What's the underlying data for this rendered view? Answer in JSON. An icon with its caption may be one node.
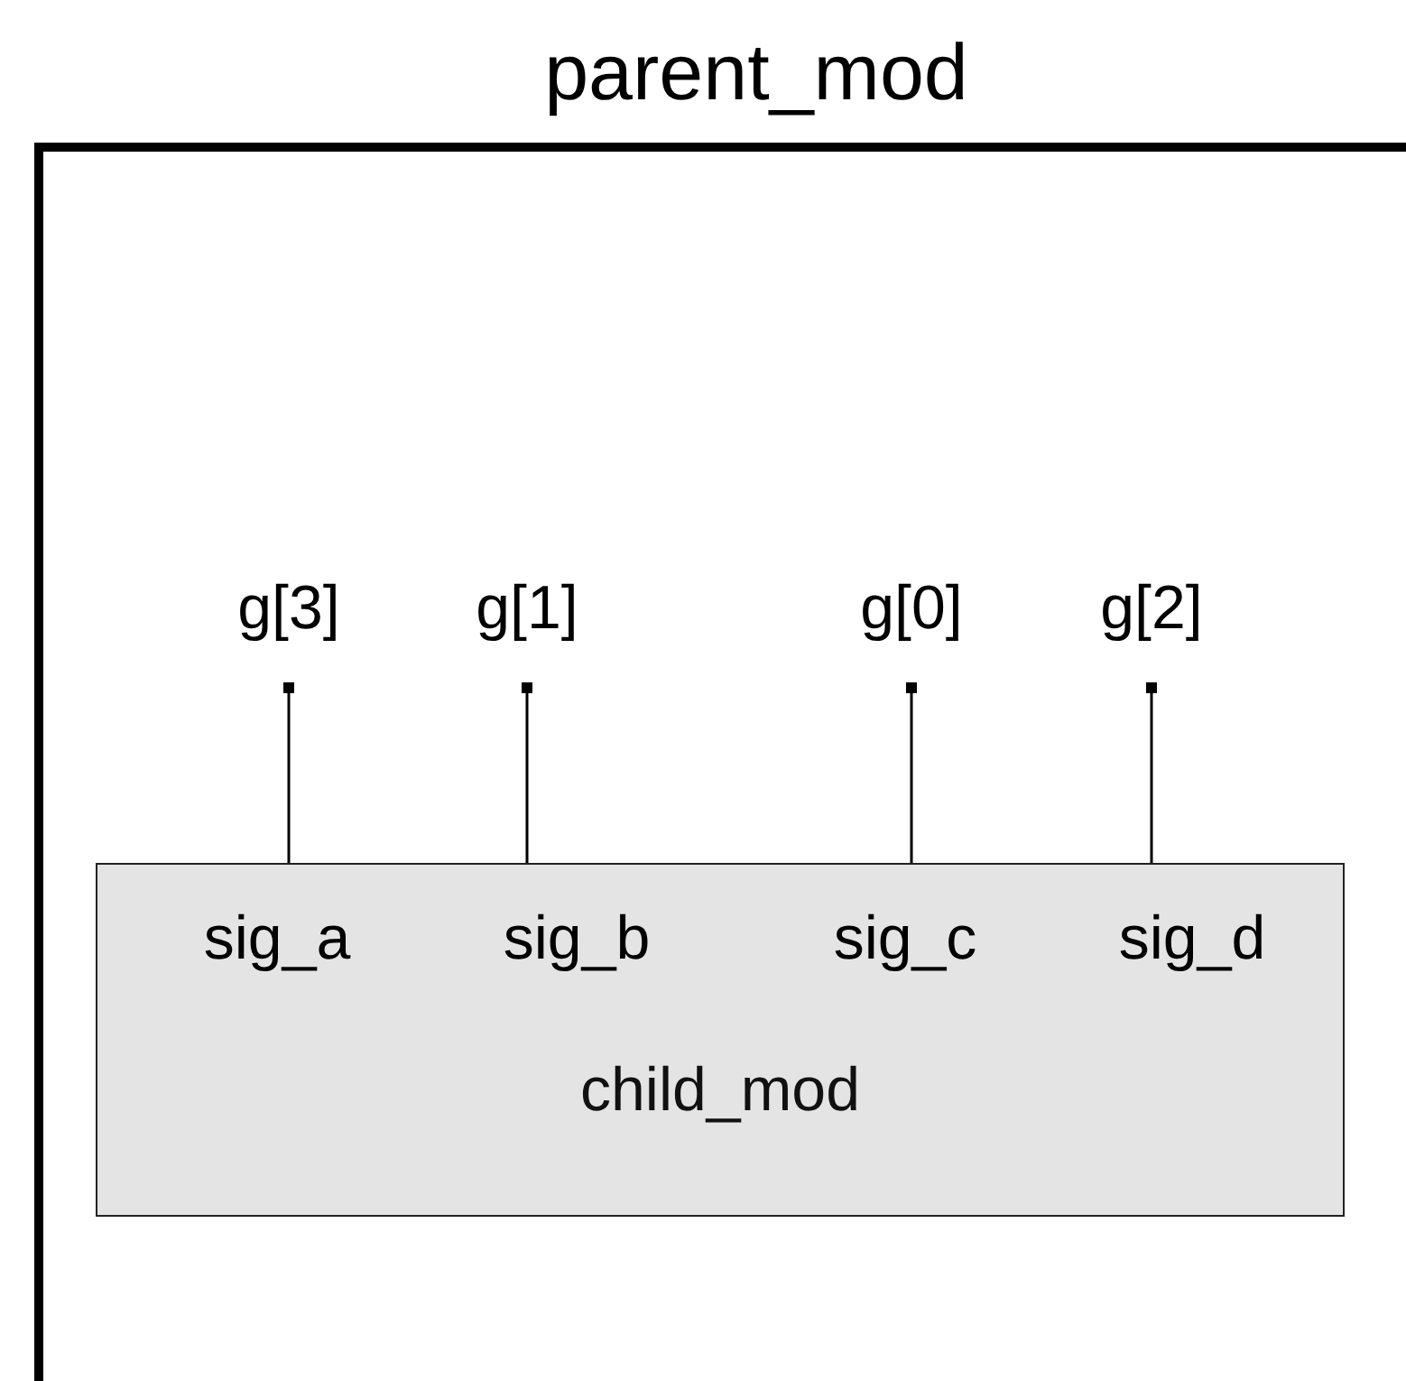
{
  "diagram": {
    "nodes": [
      {
        "text": [
          "parent_mod"
        ]
      },
      {
        "text": [
          "g[3]"
        ],
        "in": 0
      },
      {
        "text": [
          "g[1]"
        ],
        "in": 0
      },
      {
        "text": [
          "g[0]"
        ],
        "in": 0
      },
      {
        "text": [
          "g[2]"
        ],
        "in": 0
      },
      {
        "text": [
          "child_mod"
        ],
        "in": 0
      },
      {
        "text": [
          "sig_a"
        ],
        "in": 5
      },
      {
        "text": [
          "sig_b"
        ],
        "in": 5
      },
      {
        "text": [
          "sig_c"
        ],
        "in": 5
      },
      {
        "text": [
          "sig_d"
        ],
        "in": 5
      }
    ],
    "edges": [
      {
        "from": 1,
        "to": 6,
        "arrow": "other"
      },
      {
        "from": 2,
        "to": 7,
        "arrow": "other"
      },
      {
        "from": 3,
        "to": 8,
        "arrow": "other"
      },
      {
        "from": 4,
        "to": 9,
        "arrow": "other"
      }
    ]
  }
}
